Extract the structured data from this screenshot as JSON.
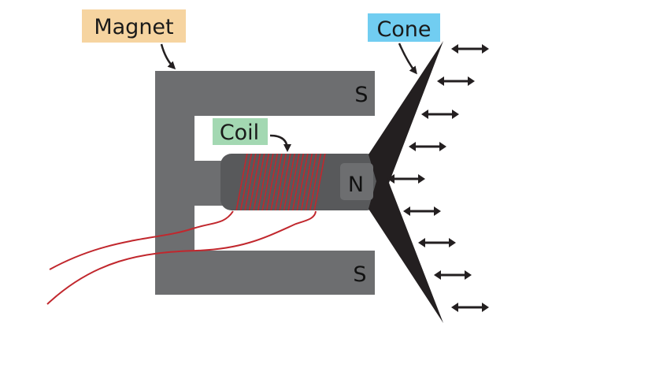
{
  "labels": {
    "magnet": "Magnet",
    "cone": "Cone",
    "coil": "Coil",
    "pole_top": "S",
    "pole_bottom": "S",
    "pole_center": "N"
  },
  "icons": {
    "vibration_arrow": "double-headed-arrow"
  },
  "colors": {
    "magnet": "#6d6e70",
    "core": "#58595b",
    "cone": "#231f20",
    "coil_wire": "#c1272d",
    "magnet_label_bg": "#f6d4a0",
    "cone_label_bg": "#71cdf1",
    "coil_label_bg": "#a3d8b2"
  }
}
